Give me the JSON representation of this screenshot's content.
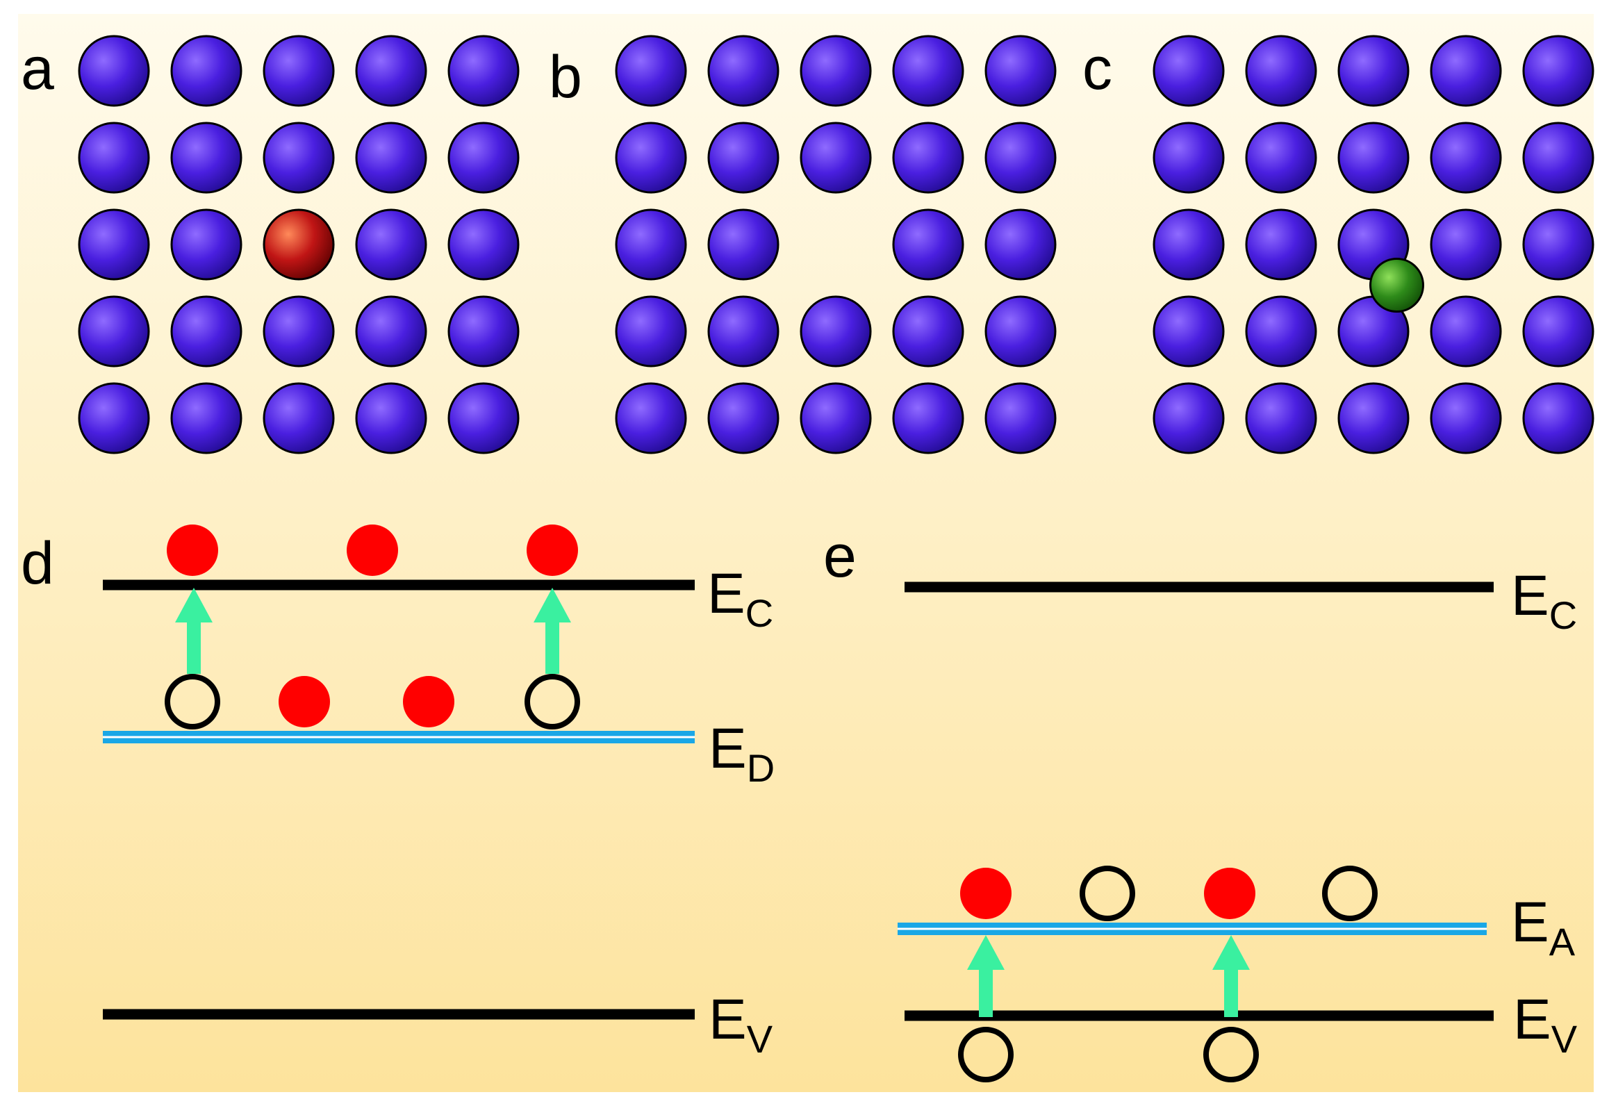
{
  "panels": {
    "a": {
      "letter": "a",
      "defect_type": "substitutional"
    },
    "b": {
      "letter": "b",
      "defect_type": "vacancy"
    },
    "c": {
      "letter": "c",
      "defect_type": "interstitial"
    },
    "d": {
      "letter": "d",
      "levels": [
        {
          "main": "E",
          "sub": "C"
        },
        {
          "main": "E",
          "sub": "D"
        },
        {
          "main": "E",
          "sub": "V"
        }
      ]
    },
    "e": {
      "letter": "e",
      "levels": [
        {
          "main": "E",
          "sub": "C"
        },
        {
          "main": "E",
          "sub": "A"
        },
        {
          "main": "E",
          "sub": "V"
        }
      ]
    }
  },
  "lattice": {
    "rows": 5,
    "cols": 5
  },
  "colors": {
    "host_atom": "#4a1fe0",
    "substitutional_atom": "#b01010",
    "interstitial_atom": "#2e8b1a",
    "electron": "#ff0000",
    "hole_stroke": "#000000",
    "band_line": "#000000",
    "impurity_level": "#1aa7e6",
    "transition_arrow": "#3af0a0",
    "bg_top": "#fffbec",
    "bg_bottom": "#fde39c"
  }
}
